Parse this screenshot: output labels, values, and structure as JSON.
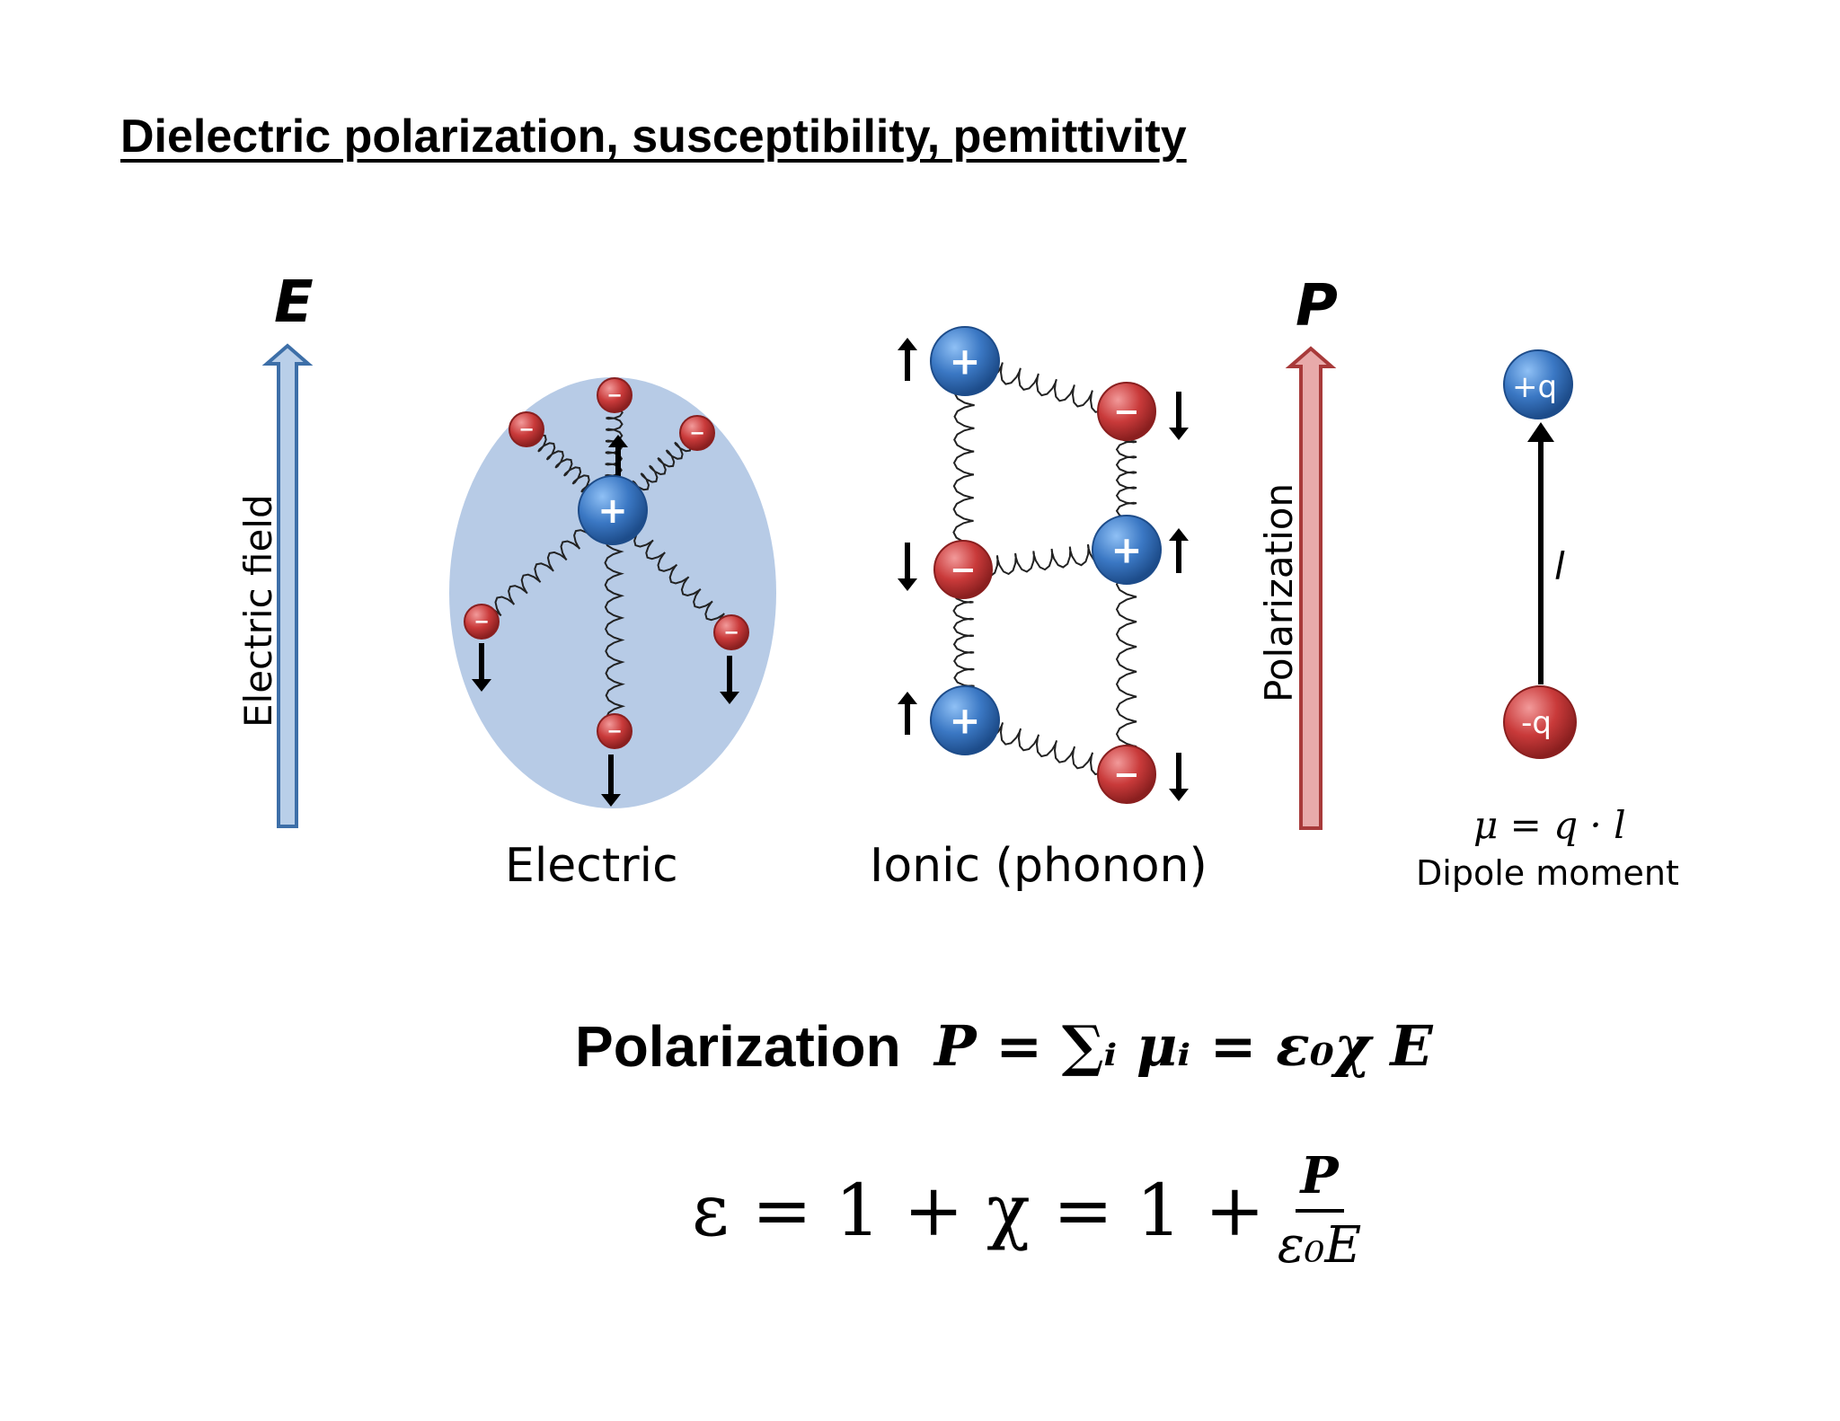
{
  "title": "Dielectric polarization, susceptibility, pemittivity",
  "field_arrow": {
    "symbol": "E",
    "label": "Electric field",
    "color": "#9fbbe0",
    "stroke": "#3d6fa8"
  },
  "polarization_arrow": {
    "symbol": "P",
    "label": "Polarization",
    "color": "#e8aaaa",
    "stroke": "#a83a3a"
  },
  "electric_caption": "Electric",
  "ionic_caption": "Ionic (phonon)",
  "charges": {
    "plus": "+",
    "minus": "−",
    "plus_q": "+q",
    "minus_q": "-q"
  },
  "dipole": {
    "length_symbol": "l",
    "formula": "μ = q · l",
    "caption": "Dipole moment"
  },
  "equation1": {
    "label": "Polarization",
    "text": "P =  ∑ᵢ μᵢ = ε₀χ E"
  },
  "equation2": {
    "lhs": "ε = 1 + χ = 1 +",
    "numerator": "P",
    "denominator": "ε₀E"
  },
  "colors": {
    "positive": "#3b78c4",
    "negative": "#c93a3a",
    "cloud": "#b7cbe6"
  }
}
